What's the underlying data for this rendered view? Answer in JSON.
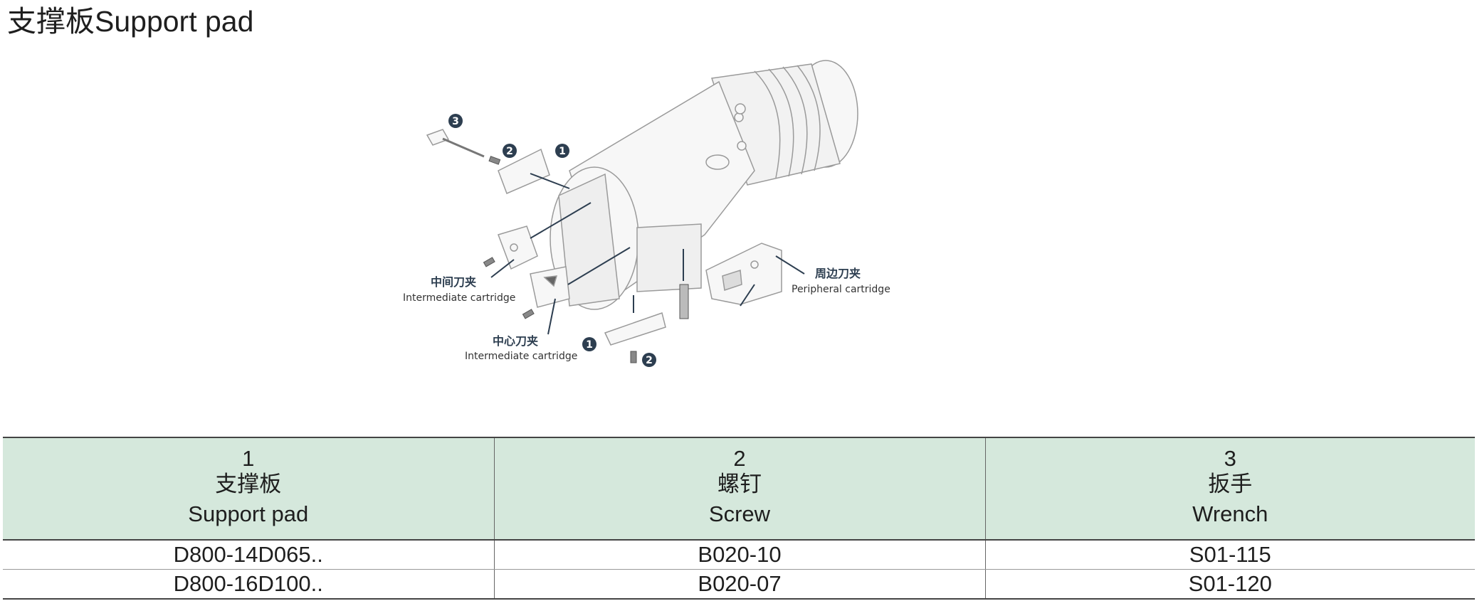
{
  "page": {
    "title": "支撑板Support pad"
  },
  "figure": {
    "labels": {
      "intermediate_cn": "中间刀夹",
      "intermediate_en": "Intermediate cartridge",
      "center_cn": "中心刀夹",
      "center_en": "Intermediate cartridge",
      "peripheral_cn": "周边刀夹",
      "peripheral_en": "Peripheral cartridge"
    },
    "callouts": [
      "1",
      "2",
      "3"
    ]
  },
  "table": {
    "headers": [
      {
        "num": "1",
        "cn": "支撑板",
        "en": "Support pad"
      },
      {
        "num": "2",
        "cn": "螺钉",
        "en": "Screw"
      },
      {
        "num": "3",
        "cn": "扳手",
        "en": "Wrench"
      }
    ],
    "rows": [
      [
        "D800-14D065..",
        "B020-10",
        "S01-115"
      ],
      [
        "D800-16D100..",
        "B020-07",
        "S01-120"
      ]
    ]
  },
  "colors": {
    "header_bg": "#d5e8dc",
    "callout": "#2d3e50"
  }
}
